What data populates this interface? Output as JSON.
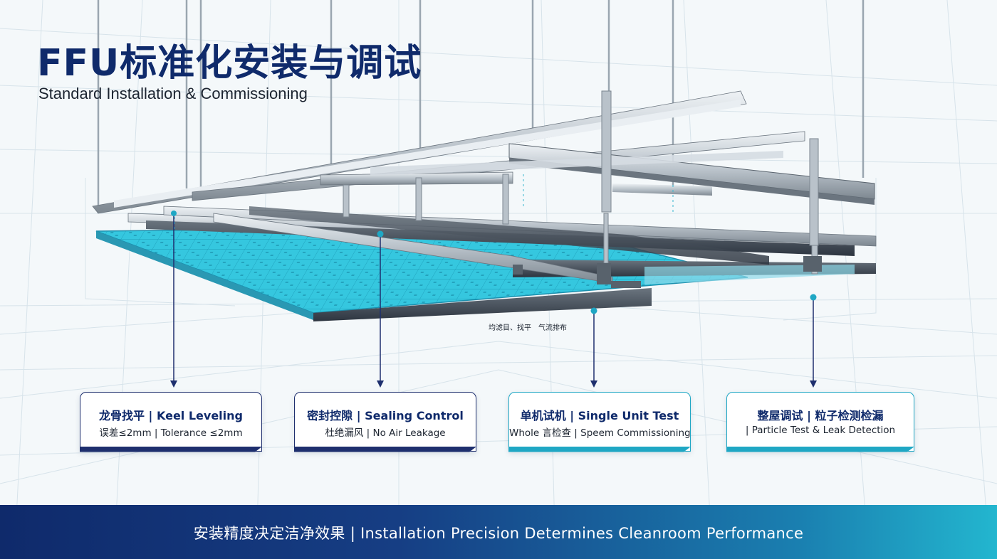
{
  "title": "FFU标准化安装与调试",
  "subtitle": "Standard Installation & Commissioning",
  "panel_label": "均滤目、找平　气流排布",
  "callouts": [
    {
      "head": "龙骨找平 | Keel Leveling",
      "sub": "误差≤2mm | Tolerance ≤2mm",
      "accent": "#1e2f6e"
    },
    {
      "head": "密封控隙 | Sealing Control",
      "sub": "杜绝漏风 | No Air Leakage",
      "accent": "#1e2f6e"
    },
    {
      "head": "单机试机 | Single Unit Test",
      "sub": "Whole 言检查 | Speem Commissioning",
      "accent": "#1fa7c4"
    },
    {
      "head": "整屋调试 | 粒子检测检漏",
      "sub": "| Particle Test & Leak Detection",
      "accent": "#1fa7c4"
    }
  ],
  "footer": "安装精度决定洁净效果 | Installation Precision Determines Cleanroom Performance",
  "colors": {
    "navy": "#0f2a6b",
    "accent_navy": "#1e2f6e",
    "accent_cyan": "#1fa7c4",
    "filter_panel": "#34c6de",
    "background": "#f4f8fa"
  }
}
